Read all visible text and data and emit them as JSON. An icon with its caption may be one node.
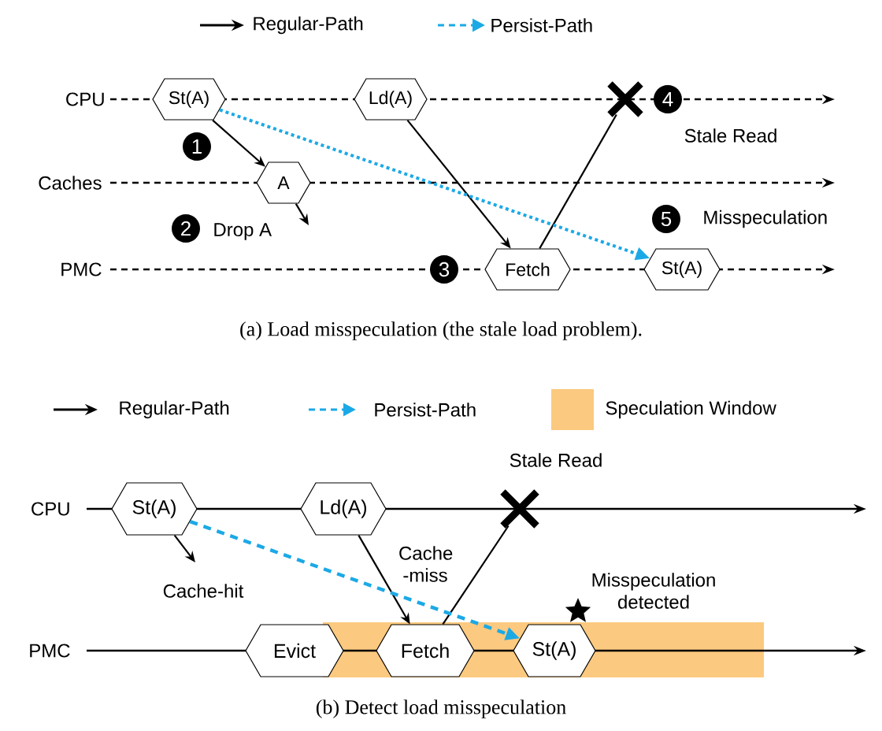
{
  "diagram": {
    "nodes": [
      {
        "text": [
          "St(A)"
        ]
      },
      {
        "text": [
          "Ld(A)"
        ]
      },
      {
        "text": [
          "A"
        ]
      },
      {
        "text": [
          "Fetch"
        ]
      },
      {
        "text": [
          "St(A)"
        ]
      },
      {
        "text": [],
        "shape": "cross"
      },
      {
        "text": [
          "1"
        ]
      },
      {
        "text": [
          "2"
        ],
        "beside": [
          "Drop A"
        ]
      },
      {
        "text": [
          "3"
        ]
      },
      {
        "text": [
          "4"
        ],
        "beside": [
          "Stale Read"
        ]
      },
      {
        "text": [
          "5"
        ],
        "beside": [
          "Misspeculation"
        ]
      },
      {
        "text": [
          "St(A)"
        ]
      },
      {
        "text": [
          "Ld(A)"
        ]
      },
      {
        "text": [
          "Stale Read"
        ]
      },
      {
        "text": [
          "Evict"
        ]
      },
      {
        "text": [
          "Fetch"
        ]
      },
      {
        "text": [
          "St(A)"
        ]
      },
      {
        "text": [],
        "shape": "star",
        "beside": [
          "Misspeculation detected"
        ]
      }
    ],
    "edges": [
      {
        "from": 0,
        "to": 2,
        "arrow": "to"
      },
      {
        "from": 2,
        "to": null,
        "arrow": "to"
      },
      {
        "from": 1,
        "to": 3,
        "arrow": "to"
      },
      {
        "from": 3,
        "to": 5,
        "arrow": "none"
      },
      {
        "from": 0,
        "to": 4,
        "arrow": "to",
        "style": "dashed",
        "color": "#1ba9e6"
      },
      {
        "from": 11,
        "to": null,
        "arrow": "to",
        "label": "Cache-hit"
      },
      {
        "from": 12,
        "to": 15,
        "arrow": "to",
        "label": "Cache -miss"
      },
      {
        "from": 15,
        "to": 13,
        "arrow": "none"
      },
      {
        "from": 11,
        "to": 16,
        "arrow": "to",
        "style": "dashed",
        "color": "#1ba9e6"
      }
    ],
    "labels": [
      "CPU",
      "Caches",
      "PMC",
      "(a) Load misspeculation (the stale load problem).",
      "CPU",
      "PMC",
      "(b) Detect load misspeculation"
    ],
    "legend": [
      {
        "text": "Regular-Path"
      },
      {
        "text": "Persist-Path"
      },
      {
        "text": "Regular-Path"
      },
      {
        "text": "Persist-Path"
      },
      {
        "text": "Speculation Window",
        "color": "#fbc97f"
      }
    ]
  }
}
